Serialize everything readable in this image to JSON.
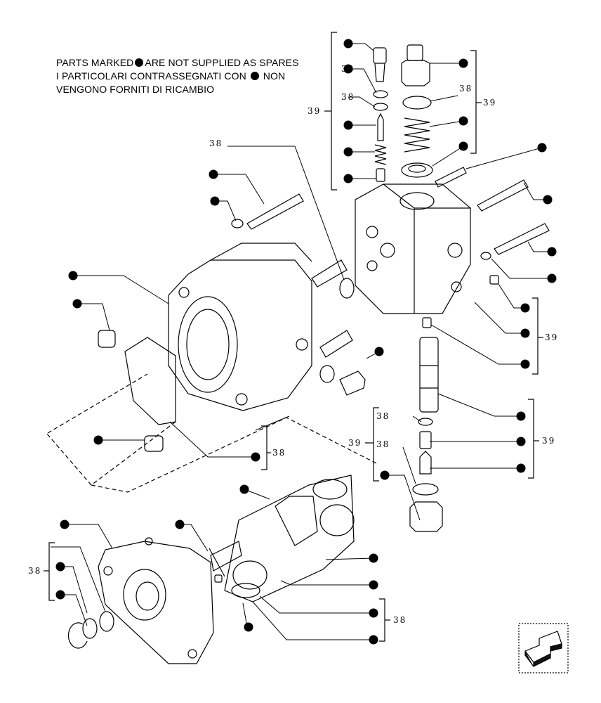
{
  "notice": {
    "line1_a": "PARTS MARKED",
    "line1_b": "ARE NOT SUPPLIED AS SPARES",
    "line2_a": "I PARTICOLARI  CONTRASSEGNATI  CON",
    "line2_b": "NON",
    "line3": "VENGONO FORNITI DI RICAMBIO"
  },
  "labels": {
    "top_group_left": "39",
    "top_group_right": "39",
    "ref_38_a": "38",
    "ref_38_b": "38",
    "ref_38_c": "38",
    "ref_38_d": "38",
    "right_group_mid": "39",
    "right_group_low": "39",
    "left_mid_group": "39",
    "ref_38_e": "38",
    "ref_38_f": "38",
    "ref_38_g": "38",
    "bottom_left_group": "38",
    "bottom_right_group": "38"
  },
  "icons": {
    "marker": "filled-circle-marker",
    "nav": "next-page-arrow-icon"
  },
  "colors": {
    "ink": "#000000",
    "paper": "#ffffff"
  }
}
